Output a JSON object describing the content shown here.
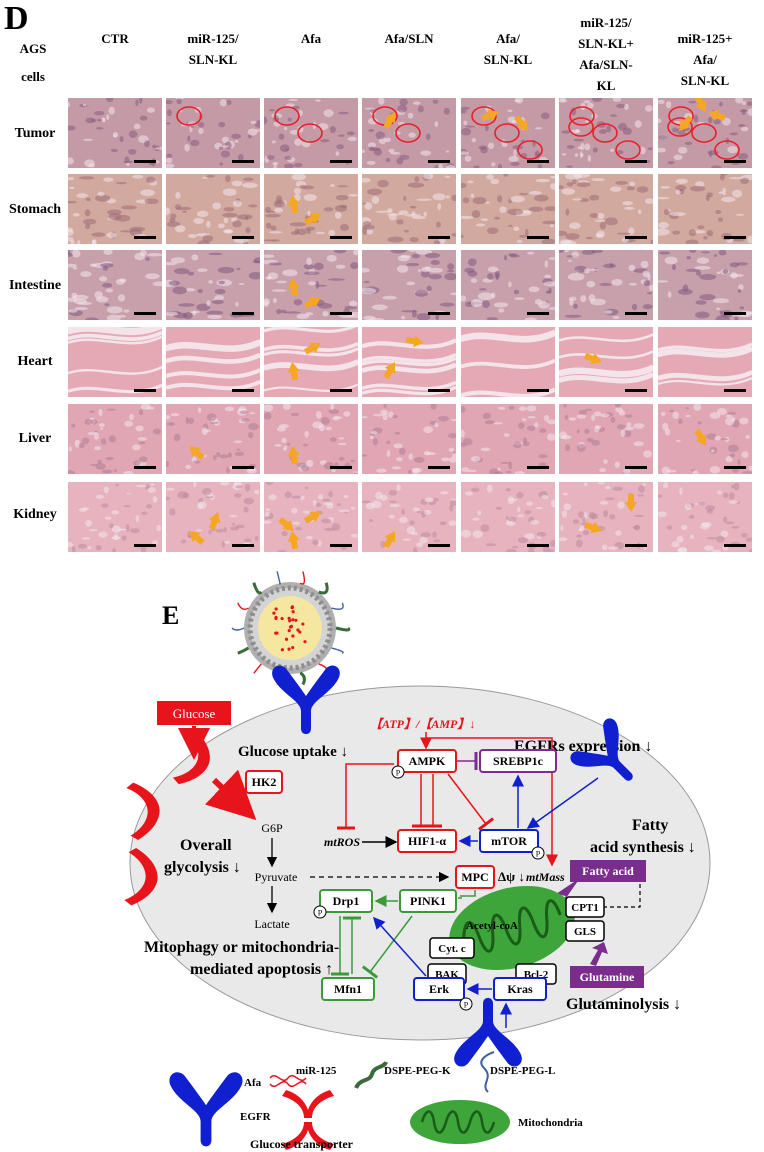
{
  "panel_d": {
    "letter": "D",
    "corner_label": [
      "AGS",
      "cells"
    ],
    "columns": [
      {
        "label": [
          "CTR"
        ]
      },
      {
        "label": [
          "miR-125/",
          "SLN-KL"
        ]
      },
      {
        "label": [
          "Afa"
        ]
      },
      {
        "label": [
          "Afa/SLN"
        ]
      },
      {
        "label": [
          "Afa/",
          "SLN-KL"
        ]
      },
      {
        "label": [
          "miR-125/",
          "SLN-KL+",
          "Afa/SLN-",
          "KL"
        ]
      },
      {
        "label": [
          "miR-125+",
          "Afa/",
          "SLN-KL"
        ]
      }
    ],
    "rows": [
      {
        "label": "Tumor",
        "tissue": "tumor",
        "base": "#c49aa6",
        "accent": "#8a5c80"
      },
      {
        "label": "Stomach",
        "tissue": "stomach",
        "base": "#d2a99f",
        "accent": "#9d6c74"
      },
      {
        "label": "Intestine",
        "tissue": "intestine",
        "base": "#c7a0ac",
        "accent": "#82597f"
      },
      {
        "label": "Heart",
        "tissue": "heart",
        "base": "#e5a9b6",
        "accent": "#c98597"
      },
      {
        "label": "Liver",
        "tissue": "liver",
        "base": "#e0a6b4",
        "accent": "#b07e96"
      },
      {
        "label": "Kidney",
        "tissue": "kidney",
        "base": "#e6b3bf",
        "accent": "#bb8a9c"
      }
    ],
    "lesions": [
      [
        0,
        0,
        0,
        1,
        2,
        0,
        3
      ],
      [
        0,
        0,
        2,
        0,
        0,
        0,
        0
      ],
      [
        0,
        0,
        2,
        0,
        0,
        0,
        0
      ],
      [
        0,
        0,
        2,
        2,
        0,
        1,
        0
      ],
      [
        0,
        1,
        1,
        0,
        0,
        0,
        1
      ],
      [
        0,
        2,
        3,
        1,
        0,
        2,
        0
      ]
    ],
    "circles": [
      0,
      1,
      2,
      2,
      3,
      4,
      4
    ],
    "lesion_color": "#f5a623",
    "circle_color": "#e8202a"
  },
  "panel_e": {
    "letter": "E",
    "atp_amp": "【ATP】/【AMP】↓",
    "egfr_expr": "EGFRs expression ↓",
    "glucose": "Glucose",
    "glucose_uptake": "Glucose uptake ↓",
    "hk2": "HK2",
    "ampk": "AMPK",
    "srebp": "SREBP1c",
    "hif": "HIF1-α",
    "mtor": "mTOR",
    "mtros": "mtROS",
    "g6p": "G6P",
    "pyruvate": "Pyruvate",
    "lactate": "Lactate",
    "overall": [
      "Overall",
      "glycolysis ↓"
    ],
    "fatty_syn": [
      "Fatty",
      "acid synthesis ↓"
    ],
    "fatty_acid": "Fatty acid",
    "mpc": "MPC",
    "dpsi": "Δψ ↓",
    "mtmass": "mtMass",
    "drp1": "Drp1",
    "pink1": "PINK1",
    "acetyl": "Acetyl-coA",
    "cpt1": "CPT1",
    "gls": "GLS",
    "cytc": "Cyt. c",
    "bak": "BAK",
    "bcl2": "Bcl-2",
    "glutamine": "Glutamine",
    "mitophagy": [
      "Mitophagy or mitochondria-",
      "mediated apoptosis ↑"
    ],
    "mfn1": "Mfn1",
    "erk": "Erk",
    "kras": "Kras",
    "glutaminolysis": "Glutaminolysis ↓",
    "phospho": "P",
    "legend": {
      "afa": "Afa",
      "mir": "miR-125",
      "dspe_k": "DSPE-PEG-K",
      "dspe_l": "DSPE-PEG-L",
      "egfr": "EGFR",
      "transporter": "Glucose transporter",
      "mito": "Mitochondria"
    },
    "colors": {
      "red": "#e8141c",
      "blue": "#1020d0",
      "green": "#3a9a3a",
      "purple": "#7b2d8e",
      "cell": "#e9e9e9",
      "mito": "#3da53a"
    }
  }
}
